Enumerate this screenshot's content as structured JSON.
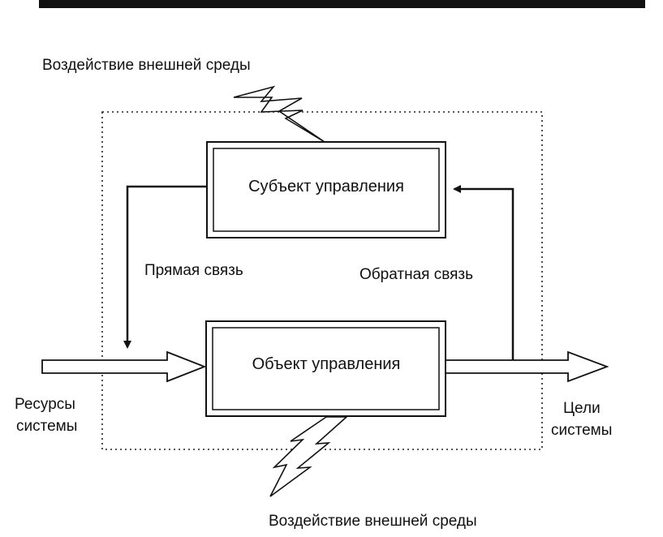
{
  "top_environment_label": "Воздействие внешней среды",
  "bottom_environment_label": "Воздействие внешней среды",
  "subject_box_label": "Субъект управления",
  "object_box_label": "Объект управления",
  "direct_link_label": "Прямая связь",
  "feedback_label": "Обратная связь",
  "resources_label": [
    "Ресурсы",
    "системы"
  ],
  "goals_label": [
    "Цели",
    "системы"
  ],
  "colors": {
    "ink": "#111111",
    "background": "#ffffff"
  }
}
